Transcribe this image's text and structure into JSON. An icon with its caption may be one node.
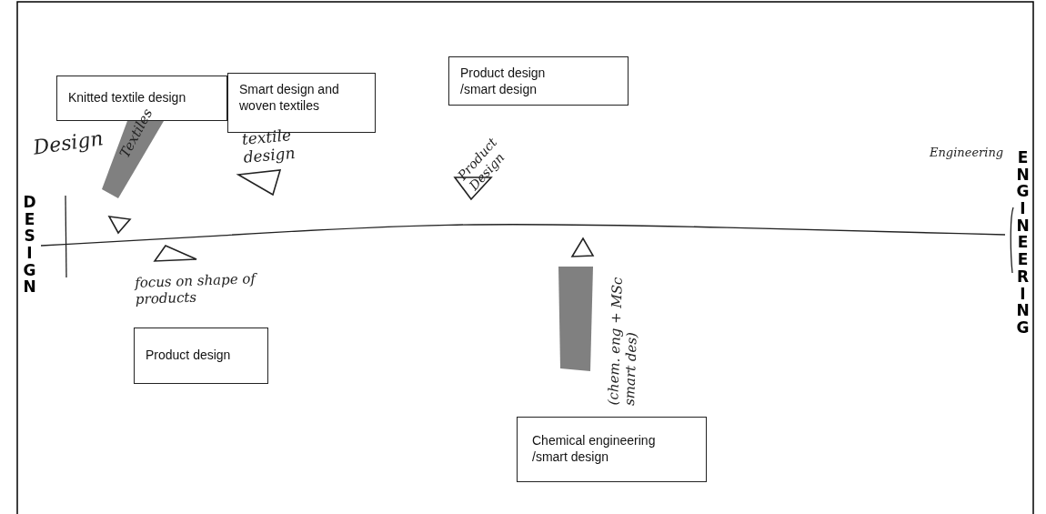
{
  "diagram": {
    "nodes": [
      {
        "text": [
          "Knitted textile design"
        ]
      },
      {
        "text": [
          "Smart design and woven textiles"
        ]
      },
      {
        "text": [
          "Product design /smart design"
        ]
      },
      {
        "text": [
          "Product design"
        ]
      },
      {
        "text": [
          "Chemical engineering /smart design"
        ]
      }
    ],
    "labels": [
      "Design",
      "Textiles",
      "textile design",
      "Product Design",
      "Engineering",
      "DESIGN",
      "ENGINEERING",
      "focus on shape of products",
      "(chem. eng + MSc smart des)"
    ]
  }
}
